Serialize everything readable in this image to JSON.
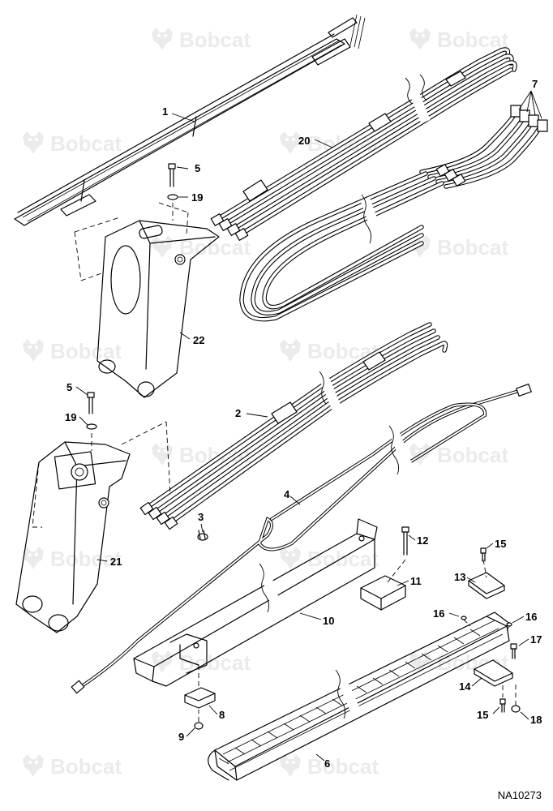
{
  "drawing_id": "NA10273",
  "watermark": {
    "text": "Bobcat",
    "icon": "bobcat-logo-icon",
    "color": "#ebebeb"
  },
  "callouts": [
    {
      "label": "1"
    },
    {
      "label": "5"
    },
    {
      "label": "19"
    },
    {
      "label": "22"
    },
    {
      "label": "20"
    },
    {
      "label": "7"
    },
    {
      "label": "5"
    },
    {
      "label": "19"
    },
    {
      "label": "2"
    },
    {
      "label": "21"
    },
    {
      "label": "3"
    },
    {
      "label": "4"
    },
    {
      "label": "12"
    },
    {
      "label": "11"
    },
    {
      "label": "10"
    },
    {
      "label": "15"
    },
    {
      "label": "13"
    },
    {
      "label": "16"
    },
    {
      "label": "16"
    },
    {
      "label": "17"
    },
    {
      "label": "14"
    },
    {
      "label": "15"
    },
    {
      "label": "18"
    },
    {
      "label": "8"
    },
    {
      "label": "9"
    },
    {
      "label": "6"
    }
  ]
}
